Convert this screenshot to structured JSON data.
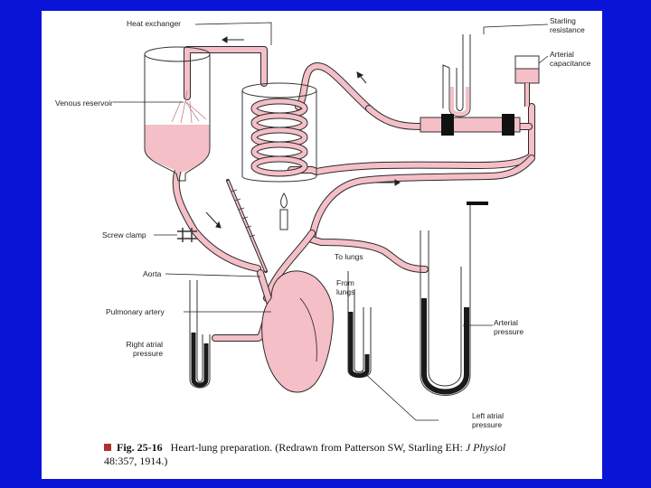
{
  "labels": {
    "heat_exchanger": "Heat exchanger",
    "venous_reservoir": "Venous reservoir",
    "screw_clamp": "Screw clamp",
    "aorta": "Aorta",
    "pulmonary_artery": "Pulmonary artery",
    "right_atrial_1": "Right atrial",
    "right_atrial_2": "pressure",
    "starling_1": "Starling",
    "starling_2": "resistance",
    "arterial_cap_1": "Arterial",
    "arterial_cap_2": "capacitance",
    "to_lungs": "To lungs",
    "from_lungs_1": "From",
    "from_lungs_2": "lungs",
    "arterial_pressure_1": "Arterial",
    "arterial_pressure_2": "pressure",
    "left_atrial_1": "Left atrial",
    "left_atrial_2": "pressure"
  },
  "caption": {
    "fig": "Fig. 25-16",
    "line1": "Heart-lung preparation. (Redrawn from Patterson SW, Starling EH: ",
    "journal": "J Physiol",
    "line2": "48:357, 1914.)"
  },
  "colors": {
    "background": "#0a14d6",
    "panel": "#ffffff",
    "tube_fill": "#f5bfc7",
    "tube_stroke": "#2a2a2a",
    "mercury": "#1a1a1a"
  }
}
